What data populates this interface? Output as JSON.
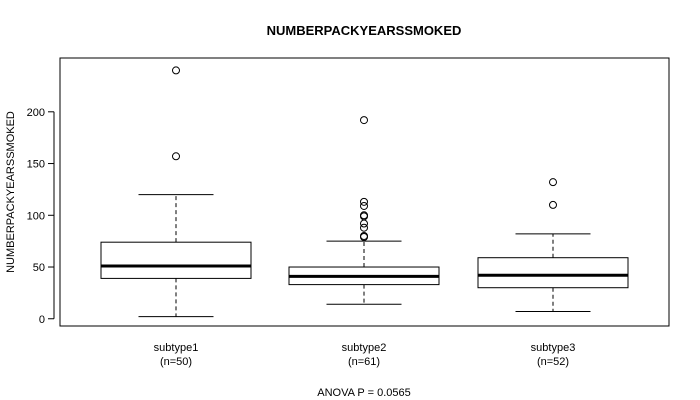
{
  "chart_data": {
    "type": "box",
    "title": "NUMBERPACKYEARSSMOKED",
    "ylabel": "NUMBERPACKYEARSSMOKED",
    "xlabel": "",
    "ylim": [
      -7,
      252
    ],
    "yticks": [
      0,
      50,
      100,
      150,
      200
    ],
    "categories": [
      {
        "name": "subtype1",
        "n_label": "(n=50)"
      },
      {
        "name": "subtype2",
        "n_label": "(n=61)"
      },
      {
        "name": "subtype3",
        "n_label": "(n=52)"
      }
    ],
    "boxes": [
      {
        "whisker_low": 2,
        "q1": 39,
        "median": 51,
        "q3": 74,
        "whisker_high": 120,
        "outliers": [
          157,
          240
        ]
      },
      {
        "whisker_low": 14,
        "q1": 33,
        "median": 41,
        "q3": 50,
        "whisker_high": 75,
        "outliers": [
          79,
          80,
          88,
          92,
          99,
          100,
          109,
          113,
          192
        ]
      },
      {
        "whisker_low": 7,
        "q1": 30,
        "median": 42,
        "q3": 59,
        "whisker_high": 82,
        "outliers": [
          110,
          132
        ]
      }
    ],
    "grid": false,
    "annotation": "ANOVA P = 0.0565"
  }
}
